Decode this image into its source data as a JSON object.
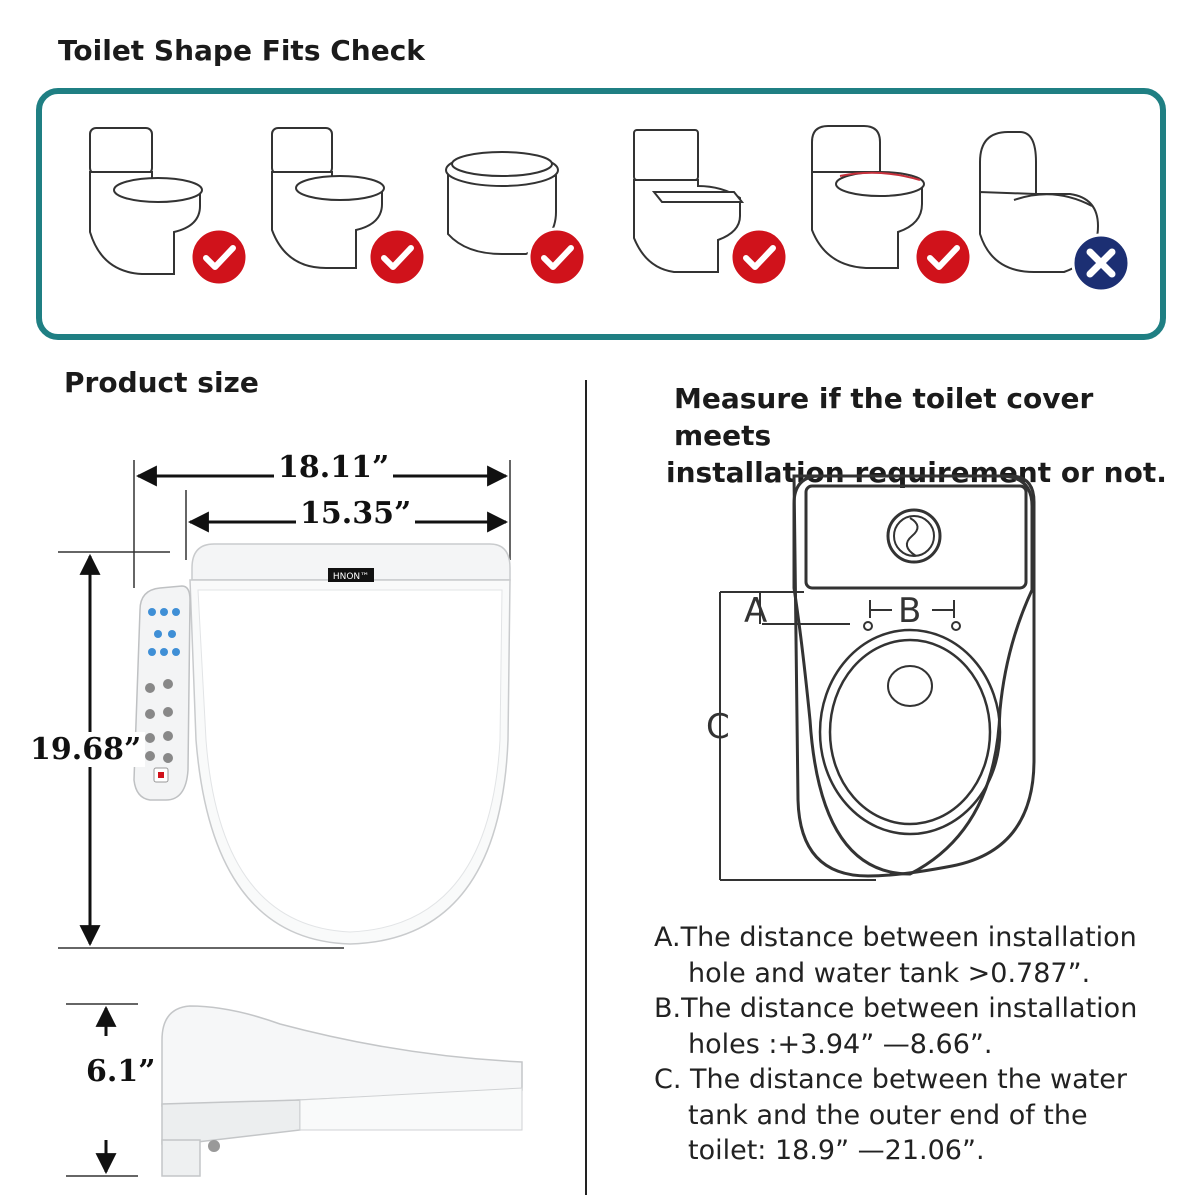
{
  "fit_check": {
    "title": "Toilet Shape Fits Check",
    "items": [
      {
        "shape": "one-piece-elongated",
        "fits": true
      },
      {
        "shape": "one-piece-compact",
        "fits": true
      },
      {
        "shape": "wall-hung",
        "fits": true
      },
      {
        "shape": "square-tank",
        "fits": true
      },
      {
        "shape": "one-piece-skirted",
        "fits": true
      },
      {
        "shape": "integrated-egg",
        "fits": false
      }
    ],
    "colors": {
      "frame": "#1f7f83",
      "check": "#d0121b",
      "cross": "#1c2f73"
    }
  },
  "product_size": {
    "title": "Product size",
    "brand": "HNON™",
    "dimensions": {
      "overall_width": "18.11”",
      "seat_width": "15.35”",
      "length": "19.68”",
      "height": "6.1”"
    }
  },
  "measure": {
    "title_line1": "Measure if the toilet cover meets",
    "title_line2": "installation requirement or not.",
    "labels": {
      "a": "A",
      "b": "B",
      "c": "C"
    },
    "notes": [
      {
        "line1": "A.The distance between installation",
        "line2": "hole and water tank >0.787”."
      },
      {
        "line1": "B.The distance between installation",
        "line2": "holes :+3.94” —8.66”."
      },
      {
        "line1": "C. The distance between the water",
        "line2": "tank and the outer end of the",
        "line3": "toilet: 18.9” —21.06”."
      }
    ]
  }
}
